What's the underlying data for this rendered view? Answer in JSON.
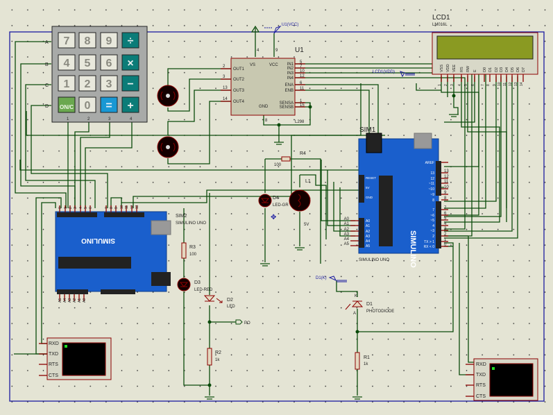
{
  "colors": {
    "wire": "#0a4a0a",
    "pin": "#8b0000",
    "border": "#1a1aa0",
    "board": "#1a5fcc",
    "lcd_screen": "#8a9a22",
    "terminal_screen": "#000000",
    "keypad": "#a8aaa8",
    "teal": "#0b7c78",
    "green_key": "#6aa84f",
    "blue_key": "#1898d4"
  },
  "keypad": {
    "row_labels": [
      "A",
      "B",
      "C",
      "D"
    ],
    "col_labels": [
      "1",
      "2",
      "3",
      "4"
    ],
    "keys": [
      "7",
      "8",
      "9",
      "÷",
      "4",
      "5",
      "6",
      "×",
      "1",
      "2",
      "3",
      "−",
      "ON/C",
      "0",
      "=",
      "+"
    ]
  },
  "u1": {
    "ref": "U1",
    "part": "L298",
    "power_label": "U1(VCC)",
    "vs": "VS",
    "vcc": "VCC",
    "gnd": "GND",
    "left_pins": [
      {
        "name": "OUT1",
        "num": "2"
      },
      {
        "name": "OUT2",
        "num": "3"
      },
      {
        "name": "OUT3",
        "num": "13"
      },
      {
        "name": "OUT4",
        "num": "14"
      }
    ],
    "right_pins": [
      {
        "name": "IN1",
        "num": "5"
      },
      {
        "name": "IN2",
        "num": "7"
      },
      {
        "name": "IN3",
        "num": "10"
      },
      {
        "name": "IN4",
        "num": "12"
      },
      {
        "name": "ENA",
        "num": "6"
      },
      {
        "name": "ENB",
        "num": "11"
      },
      {
        "name": "SENSA",
        "num": "1"
      },
      {
        "name": "SENSB",
        "num": "15"
      }
    ],
    "vs_num": "4",
    "vcc_num": "9",
    "gnd_num": "8"
  },
  "lcd": {
    "ref": "LCD1",
    "part": "LM016L",
    "vdd_label": "LCD1(VDD)",
    "pins": [
      {
        "name": "VSS",
        "num": "1"
      },
      {
        "name": "VDD",
        "num": "2"
      },
      {
        "name": "VEE",
        "num": "3"
      },
      {
        "name": "RS",
        "num": "4"
      },
      {
        "name": "RW",
        "num": "5"
      },
      {
        "name": "E",
        "num": "6"
      },
      {
        "name": "D0",
        "num": "7"
      },
      {
        "name": "D1",
        "num": "8"
      },
      {
        "name": "D2",
        "num": "9"
      },
      {
        "name": "D3",
        "num": "10"
      },
      {
        "name": "D4",
        "num": "11"
      },
      {
        "name": "D5",
        "num": "12"
      },
      {
        "name": "D6",
        "num": "13"
      },
      {
        "name": "D7",
        "num": "14"
      }
    ]
  },
  "sim1": {
    "ref": "SIM1",
    "part": "SIMULINO UNO",
    "logo": "SIMULINO",
    "digital_pins": [
      "AREF",
      "13",
      "12",
      "~11",
      "~10",
      "~9",
      "8",
      "7",
      "~6",
      "~5",
      "4",
      "~3",
      "2",
      "TX > 1",
      "RX < 0"
    ],
    "ext_nums": [
      "13",
      "12",
      "11",
      "10",
      "9",
      "8",
      "7",
      "6",
      "5",
      "4",
      "3",
      "2",
      "1",
      "0"
    ],
    "analog_pins": [
      "A0",
      "A1",
      "A2",
      "A3",
      "A4",
      "A5"
    ],
    "power_pins": [
      "RESET",
      "5V",
      "GND"
    ]
  },
  "sim2": {
    "ref": "SIM2",
    "part": "SIMULINO UNO",
    "logo": "SIMULINO",
    "top_nums": [
      "0",
      "1",
      "2",
      "3",
      "4",
      "5",
      "6",
      "7",
      "8",
      "9",
      "10",
      "11",
      "12",
      "13"
    ],
    "analog_pins": [
      "A5",
      "A4",
      "A3",
      "A2",
      "A1",
      "A0"
    ]
  },
  "components": {
    "r1": {
      "ref": "R1",
      "value": "1k"
    },
    "r2": {
      "ref": "R2",
      "value": "1k"
    },
    "r3": {
      "ref": "R3",
      "value": "100"
    },
    "r4": {
      "ref": "R4",
      "value": "100"
    },
    "d1": {
      "ref": "D1",
      "value": "PHOTODIODE",
      "label": "D1(K)",
      "k": "K",
      "a": "A"
    },
    "d2": {
      "ref": "D2",
      "value": "LED"
    },
    "d3": {
      "ref": "D3",
      "value": "LED-RED"
    },
    "d4": {
      "ref": "D4",
      "value": "LED-GR"
    },
    "l1": {
      "ref": "L1",
      "value": "5V"
    },
    "po": {
      "label": "PO"
    }
  },
  "terminals": [
    {
      "pins": [
        "RXD",
        "TXD",
        "RTS",
        "CTS"
      ]
    },
    {
      "pins": [
        "RXD",
        "TXD",
        "RTS",
        "CTS"
      ]
    }
  ]
}
